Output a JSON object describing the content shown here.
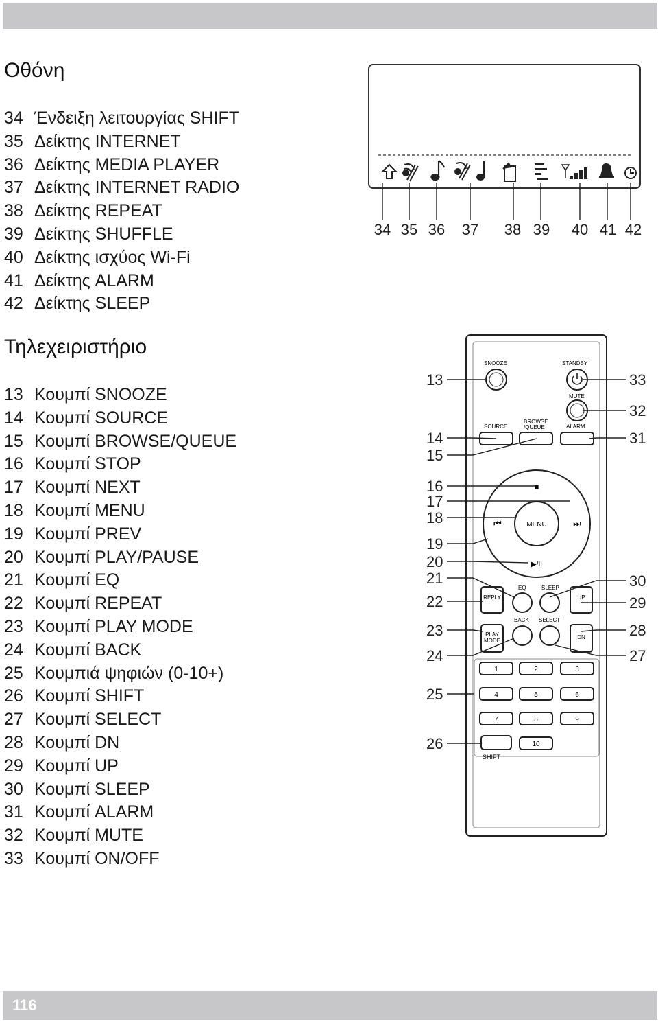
{
  "page_number": "116",
  "display_section": {
    "title": "Οθόνη",
    "items": [
      {
        "num": "34",
        "label": "Ένδειξη λειτουργίας SHIFT"
      },
      {
        "num": "35",
        "label": "Δείκτης INTERNET"
      },
      {
        "num": "36",
        "label": "Δείκτης MEDIA PLAYER"
      },
      {
        "num": "37",
        "label": "Δείκτης INTERNET RADIO"
      },
      {
        "num": "38",
        "label": "Δείκτης REPEAT"
      },
      {
        "num": "39",
        "label": "Δείκτης SHUFFLE"
      },
      {
        "num": "40",
        "label": "Δείκτης ισχύος Wi-Fi"
      },
      {
        "num": "41",
        "label": "Δείκτης ALARM"
      },
      {
        "num": "42",
        "label": "Δείκτης SLEEP"
      }
    ],
    "callouts": [
      "34",
      "35",
      "36",
      "37",
      "38",
      "39",
      "40",
      "41",
      "42"
    ],
    "icons": [
      "shift-icon",
      "internet-icon",
      "media-player-icon",
      "internet-radio-icon",
      "repeat-icon",
      "shuffle-icon",
      "wifi-strength-icon",
      "alarm-bell-icon",
      "sleep-clock-icon"
    ]
  },
  "remote_section": {
    "title": "Τηλεχειριστήριο",
    "items": [
      {
        "num": "13",
        "label": "Κουμπί SNOOZE"
      },
      {
        "num": "14",
        "label": "Κουμπί SOURCE"
      },
      {
        "num": "15",
        "label": "Κουμπί BROWSE/QUEUE"
      },
      {
        "num": "16",
        "label": "Κουμπί STOP"
      },
      {
        "num": "17",
        "label": "Κουμπί NEXT"
      },
      {
        "num": "18",
        "label": "Κουμπί MENU"
      },
      {
        "num": "19",
        "label": "Κουμπί PREV"
      },
      {
        "num": "20",
        "label": "Κουμπί PLAY/PAUSE"
      },
      {
        "num": "21",
        "label": "Κουμπί EQ"
      },
      {
        "num": "22",
        "label": "Κουμπί REPEAT"
      },
      {
        "num": "23",
        "label": "Κουμπί PLAY MODE"
      },
      {
        "num": "24",
        "label": "Κουμπί BACK"
      },
      {
        "num": "25",
        "label": "Κουμπιά ψηφιών (0-10+)"
      },
      {
        "num": "26",
        "label": "Κουμπί SHIFT"
      },
      {
        "num": "27",
        "label": "Κουμπί SELECT"
      },
      {
        "num": "28",
        "label": "Κουμπί DN"
      },
      {
        "num": "29",
        "label": "Κουμπί UP"
      },
      {
        "num": "30",
        "label": "Κουμπί SLEEP"
      },
      {
        "num": "31",
        "label": "Κουμπί ALARM"
      },
      {
        "num": "32",
        "label": "Κουμπί MUTE"
      },
      {
        "num": "33",
        "label": "Κουμπί ON/OFF"
      }
    ],
    "remote_labels": {
      "snooze": "SNOOZE",
      "standby": "STANDBY",
      "mute": "MUTE",
      "source": "SOURCE",
      "browse_1": "BROWSE",
      "browse_2": "/QUEUE",
      "alarm": "ALARM",
      "menu": "MENU",
      "eq": "EQ",
      "sleep": "SLEEP",
      "reply": "REPLY",
      "up": "UP",
      "back": "BACK",
      "select": "SELECT",
      "play_1": "PLAY",
      "play_2": "MODE",
      "dn": "DN",
      "shift": "SHIFT",
      "stop_symbol": "■",
      "prev_symbol": "⏮",
      "next_symbol": "⏭",
      "playpause_symbol": "▶/II",
      "digits": [
        "1",
        "2",
        "3",
        "4",
        "5",
        "6",
        "7",
        "8",
        "9",
        "10"
      ]
    },
    "callouts_left": [
      "13",
      "14",
      "15",
      "16",
      "17",
      "18",
      "19",
      "20",
      "21",
      "22",
      "23",
      "24",
      "25",
      "26"
    ],
    "callouts_right": [
      "33",
      "32",
      "31",
      "30",
      "29",
      "28",
      "27"
    ]
  }
}
